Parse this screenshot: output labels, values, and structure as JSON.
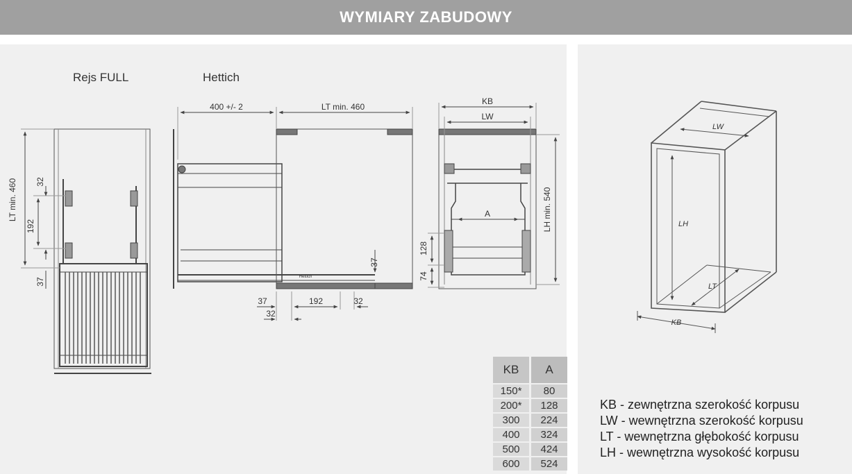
{
  "header": {
    "title": "WYMIARY ZABUDOWY"
  },
  "labels": {
    "rejs": "Rejs FULL",
    "hettich": "Hettich"
  },
  "rejs_dims": {
    "lt": "LT min. 460",
    "d32": "32",
    "d192": "192",
    "d37": "37"
  },
  "hettich_dims": {
    "top1": "400 +/- 2",
    "top2": "LT min. 460",
    "d37_side": "37",
    "b37": "37",
    "b192": "192",
    "b32": "32",
    "b32_lower": "32",
    "brand": "Hettich"
  },
  "front_dims": {
    "kb": "KB",
    "lw": "LW",
    "a": "A",
    "lh": "LH min. 540",
    "d128": "128",
    "d74": "74"
  },
  "iso_dims": {
    "lw": "LW",
    "lh": "LH",
    "lt": "LT",
    "kb": "KB"
  },
  "table": {
    "headers": [
      "KB",
      "A"
    ],
    "rows": [
      [
        "150*",
        "80"
      ],
      [
        "200*",
        "128"
      ],
      [
        "300",
        "224"
      ],
      [
        "400",
        "324"
      ],
      [
        "500",
        "424"
      ],
      [
        "600",
        "524"
      ]
    ]
  },
  "legend": [
    "KB - zewnętrzna szerokość korpusu",
    "LW - wewnętrzna szerokość korpusu",
    "LT - wewnętrzna głębokość korpusu",
    "LH - wewnętrzna wysokość korpusu"
  ]
}
